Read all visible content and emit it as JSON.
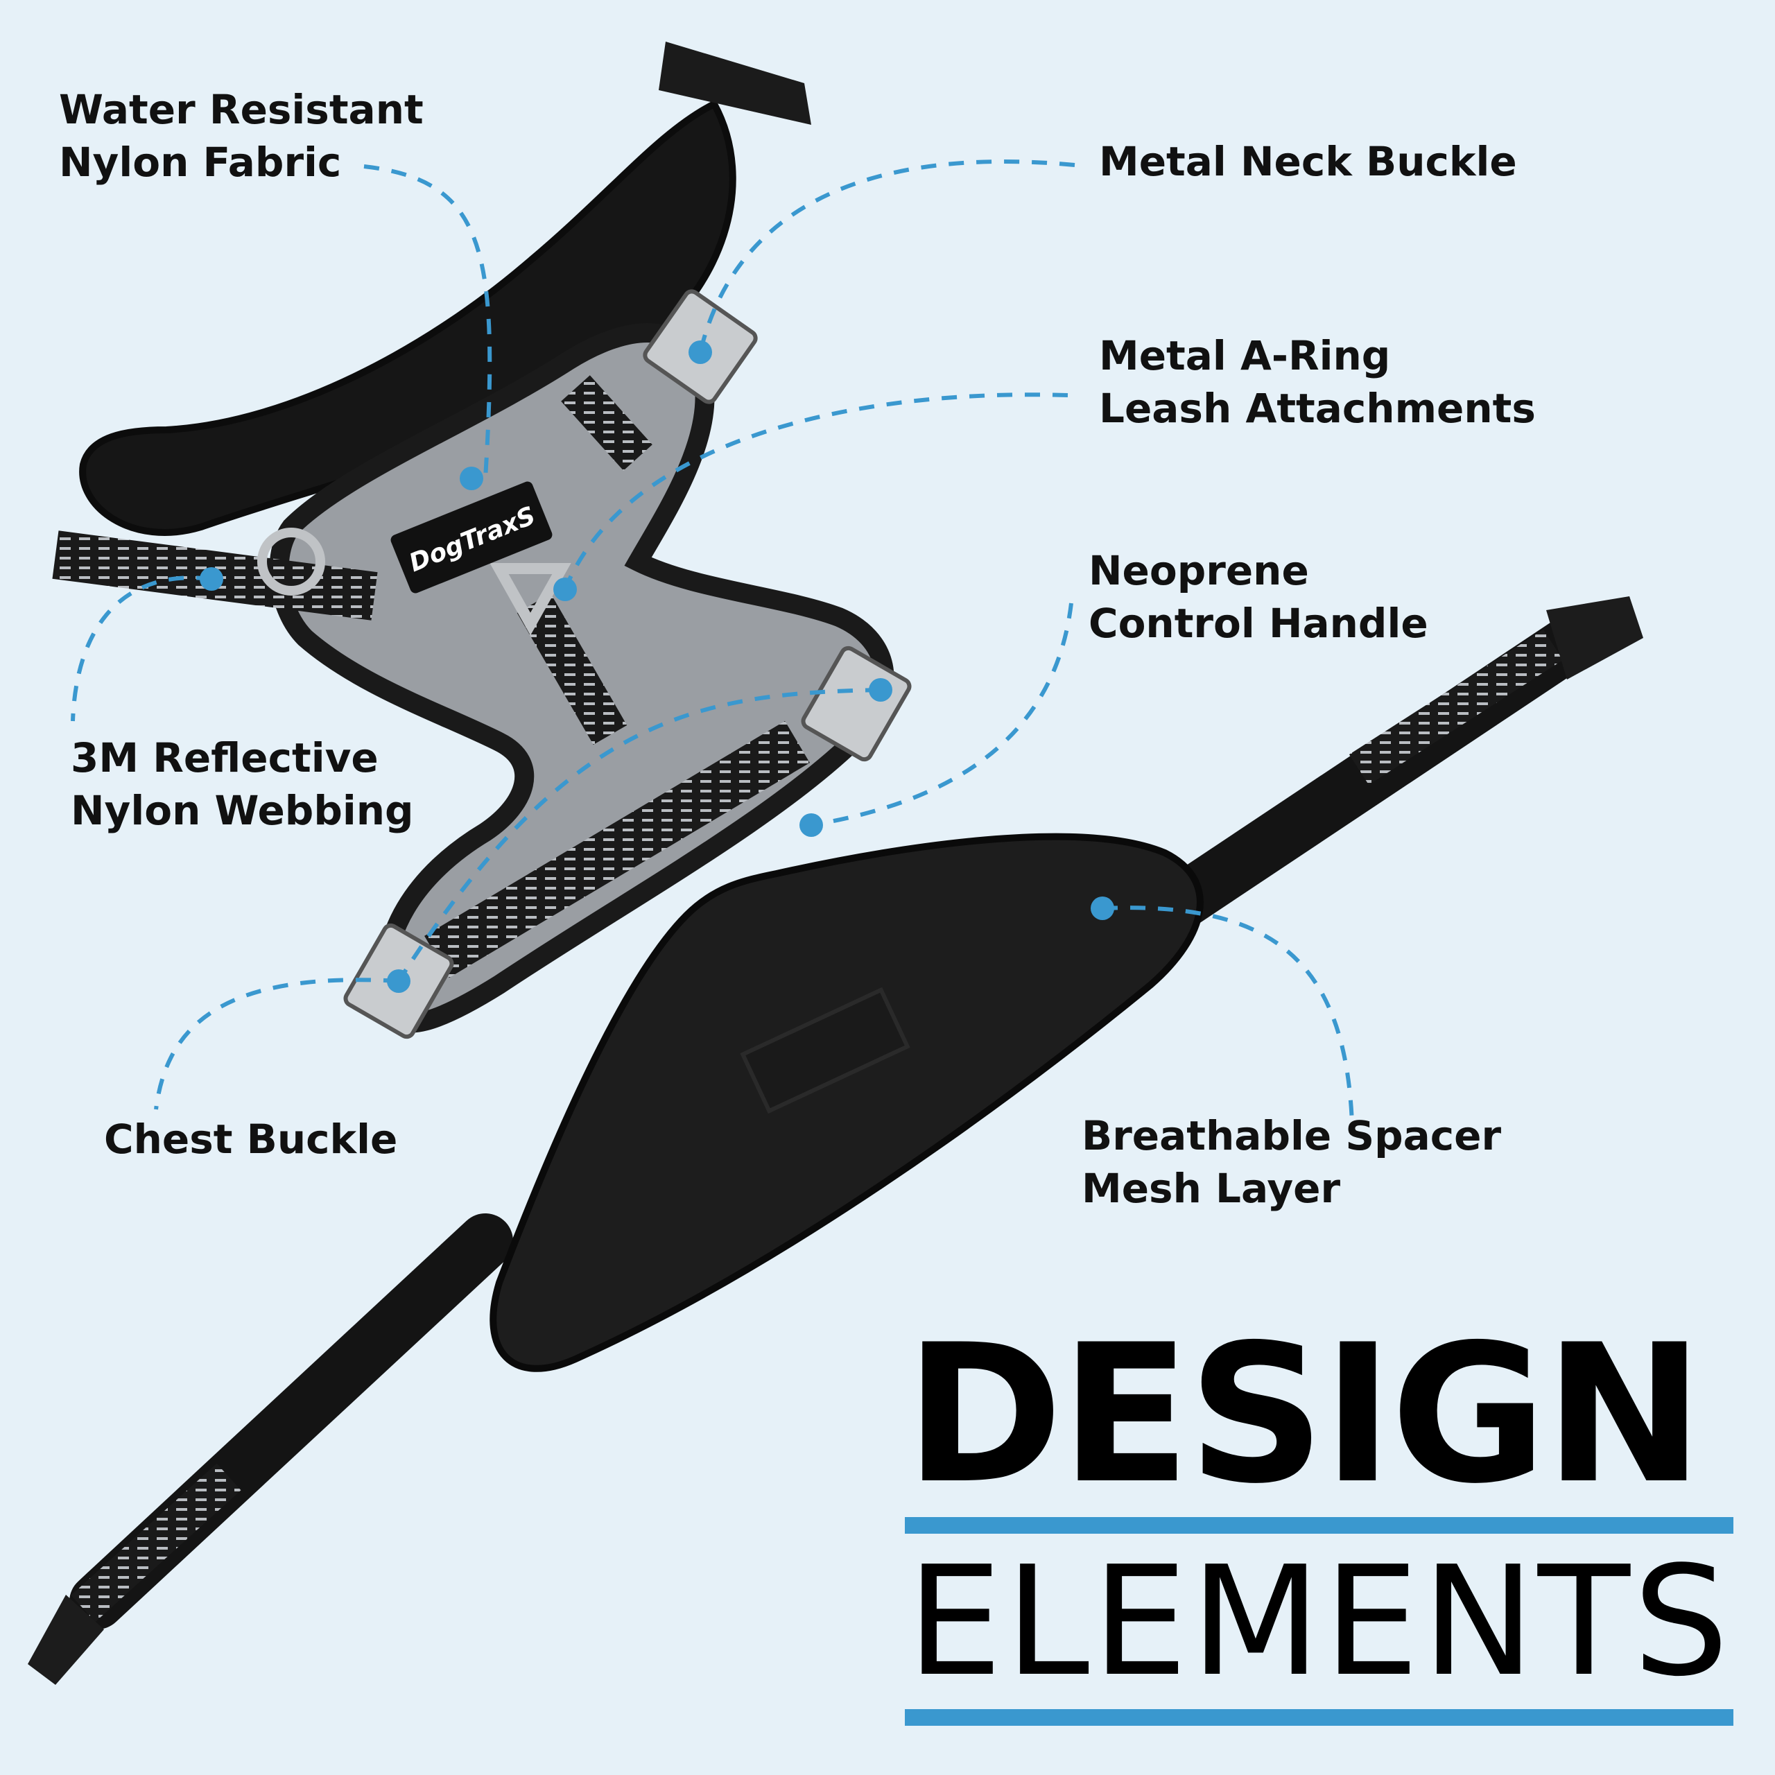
{
  "labels": {
    "water_resistant": [
      "Water Resistant",
      "Nylon Fabric"
    ],
    "metal_neck_buckle": [
      "Metal Neck Buckle"
    ],
    "metal_a_ring": [
      "Metal A-Ring",
      "Leash Attachments"
    ],
    "neoprene_handle": [
      "Neoprene",
      "Control Handle"
    ],
    "reflective_webbing": [
      "3M Reflective",
      "Nylon Webbing"
    ],
    "chest_buckle": [
      "Chest Buckle"
    ],
    "spacer_mesh": [
      "Breathable Spacer",
      "Mesh Layer"
    ]
  },
  "brand_logo": "DogTraxS",
  "headline": {
    "line1": "DESIGN",
    "line2": "ELEMENTS"
  },
  "colors": {
    "background": "#e6f1f8",
    "accent": "#3a98cf",
    "text": "#111111",
    "harness": "#151515",
    "panel": "#9a9ea3"
  }
}
